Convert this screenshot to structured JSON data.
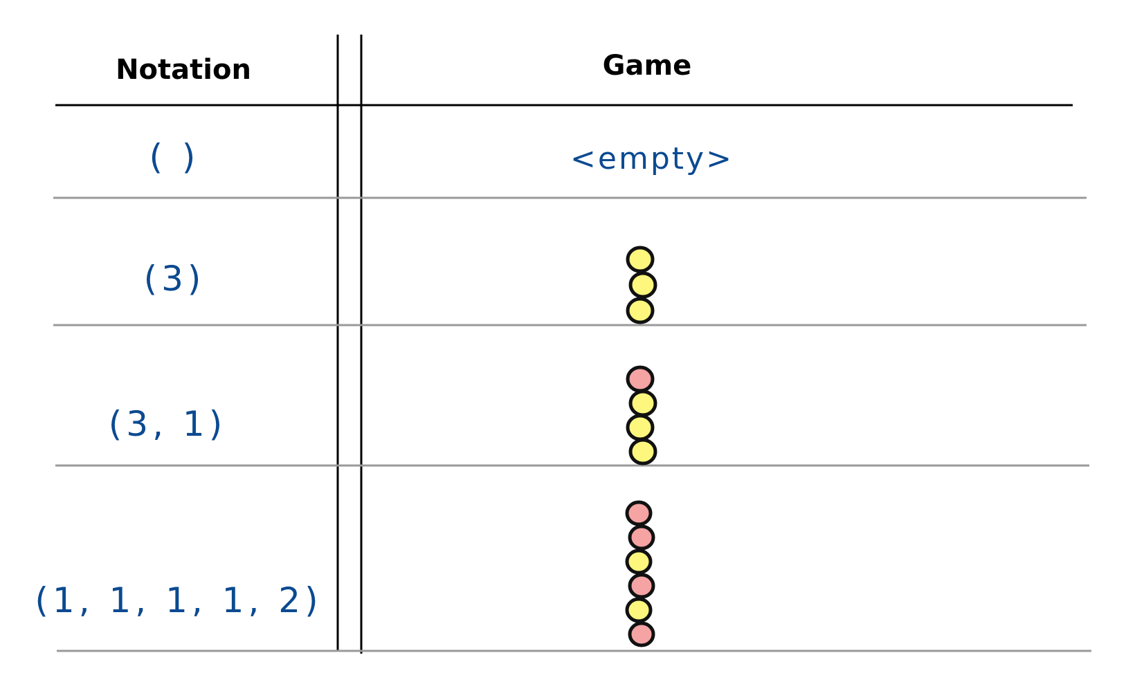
{
  "header": {
    "notation_label": "Notation",
    "game_label": "Game"
  },
  "ink_color": "#0c4a91",
  "piece_colors": {
    "yellow": "#fdf77e",
    "pink": "#f5a3a3",
    "outline": "#111111"
  },
  "rows": [
    {
      "notation": "( )",
      "game_text": "<empty>",
      "stack": []
    },
    {
      "notation": "(3)",
      "game_text": "",
      "stack": [
        "yellow",
        "yellow",
        "yellow"
      ]
    },
    {
      "notation": "(3, 1)",
      "game_text": "",
      "stack": [
        "pink",
        "yellow",
        "yellow",
        "yellow"
      ]
    },
    {
      "notation": "(1, 1, 1, 1, 2)",
      "game_text": "",
      "stack": [
        "pink",
        "pink",
        "yellow",
        "pink",
        "yellow",
        "pink"
      ]
    }
  ]
}
